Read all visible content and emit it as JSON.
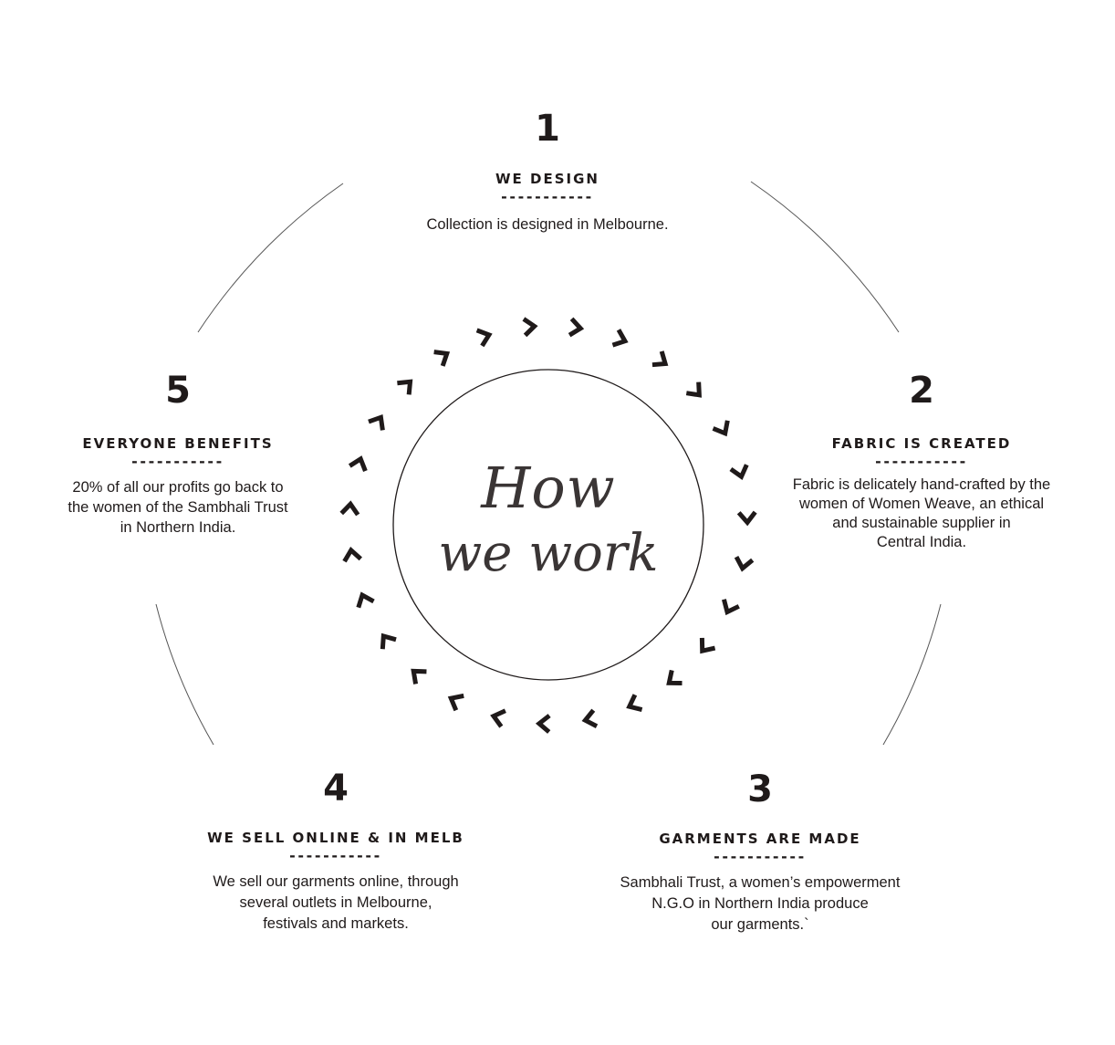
{
  "center": {
    "line1": "How",
    "line2": "we work"
  },
  "steps": [
    {
      "number": "1",
      "title": "WE DESIGN",
      "divider": "-----------",
      "description": "Collection is designed in Melbourne."
    },
    {
      "number": "2",
      "title": "FABRIC IS CREATED",
      "divider": "-----------",
      "description_lines": [
        "Fabric is delicately hand-crafted by the",
        "women of Women Weave, an ethical",
        "and sustainable supplier in",
        "Central India."
      ]
    },
    {
      "number": "3",
      "title": "GARMENTS ARE MADE",
      "divider": "-----------",
      "description_lines": [
        "Sambhali Trust, a women’s empowerment",
        "N.G.O in Northern India produce",
        "our garments.`"
      ]
    },
    {
      "number": "4",
      "title": "WE SELL ONLINE & IN MELB",
      "divider": "-----------",
      "description_lines": [
        "We sell our garments online, through",
        "several outlets in Melbourne,",
        "festivals and markets."
      ]
    },
    {
      "number": "5",
      "title": "EVERYONE BENEFITS",
      "divider": "-----------",
      "description_lines": [
        "20% of all our profits go back to",
        "the women of the Sambhali Trust",
        "in Northern India."
      ]
    }
  ],
  "colors": {
    "text": "#1f1a1a",
    "lines": "#555555",
    "chevrons": "#1f1a1a"
  }
}
